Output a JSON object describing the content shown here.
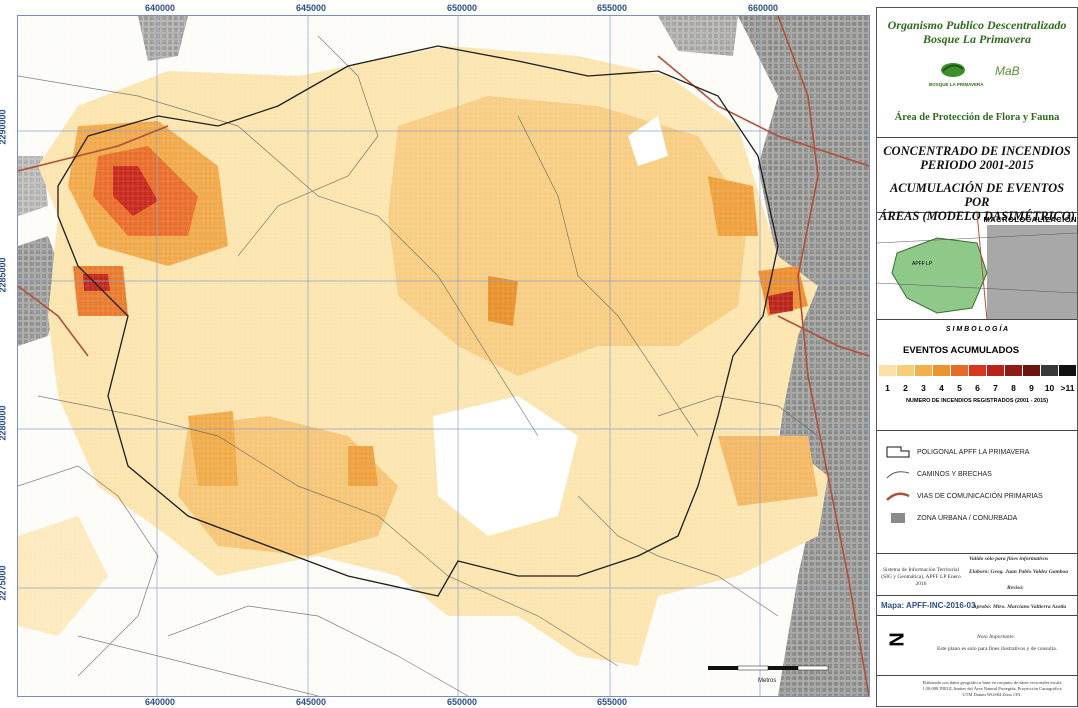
{
  "map": {
    "x_ticks": [
      "640000",
      "645000",
      "650000",
      "655000",
      "660000"
    ],
    "y_ticks": [
      "2290000",
      "2285000",
      "2280000",
      "2275000"
    ],
    "scale_label": "Metros"
  },
  "header": {
    "org_line1": "Organismo Publico Descentralizado",
    "org_line2": "Bosque La Primavera",
    "logo_left": "BOSQUE LA PRIMAVERA",
    "logo_right": "MaB",
    "area_label": "Área de Protección de Flora y Fauna"
  },
  "titles": {
    "line1": "CONCENTRADO DE INCENDIOS",
    "line2": "PERIODO 2001-2015",
    "line3": "ACUMULACIÓN DE EVENTOS POR",
    "line4": "ÁREAS (MODELO DASIMÉTRICO)"
  },
  "macro": {
    "label": "MACROLOCALIZACIÓN",
    "apff": "APFF LP"
  },
  "legend": {
    "simbologia": "S I M B O L O G Í A",
    "eventos_title": "EVENTOS ACUMULADOS",
    "classes": [
      "1",
      "2",
      "3",
      "4",
      "5",
      "6",
      "7",
      "8",
      "9",
      "10",
      ">11"
    ],
    "colors": [
      "#fbe1a6",
      "#f8cd7a",
      "#f2b04c",
      "#ec9430",
      "#e86a28",
      "#d9351f",
      "#b8231a",
      "#8e1c14",
      "#6a1410",
      "#3a3838",
      "#111111"
    ],
    "caption": "NUMERO DE INCENDIOS REGISTRADOS (2001 - 2015)",
    "items": {
      "poligonal": "POLIGONAL APFF LA PRIMAVERA",
      "caminos": "CAMINOS Y BRECHAS",
      "vias": "VIAS DE COMUNICACIÓN PRIMARIAS",
      "zona": "ZONA URBANA / CONURBADA"
    }
  },
  "info": {
    "system": "Sistema de Información Territorial (SIG y Geomática), APFF LP Enero 2016",
    "valid": "Valido sólo para fines informativos",
    "elaboro": "Elaboró:  Geog. Juan Pablo Valdez Gamboa",
    "reviso": "Revisó:",
    "aprobo": "Aprobó:  Mtro. Marciano Valtierra Azotla",
    "mapa": "Mapa: APFF-INC-2016-03",
    "nota_title": "Nota Importante:",
    "nota_body": "Este plano es solo para fines ilustrativos y de consulta.",
    "north": "N",
    "footer": "Elaborado con datos geográficos base en conjunto de datos vectoriales escala 1:50,000 INEGI, límites del Área Natural Protegida, Proyección Cartográfica UTM Datum WGS84 Zona 13N."
  }
}
